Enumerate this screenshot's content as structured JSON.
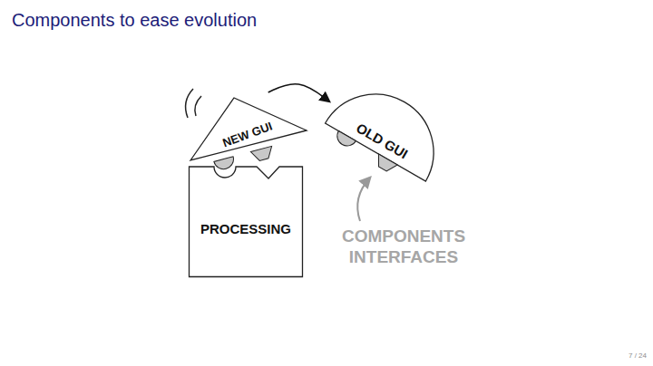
{
  "diagram": {
    "title": "Components to ease evolution",
    "nodes": [
      {
        "text": [
          "NEW GUI"
        ]
      },
      {
        "text": [
          "OLD GUI"
        ]
      },
      {
        "text": [
          "PROCESSING"
        ]
      }
    ],
    "edges": [
      {
        "from": 0,
        "to": 1,
        "arrow": "to"
      }
    ],
    "labels": [
      "COMPONENTS INTERFACES",
      "7 / 24"
    ]
  }
}
